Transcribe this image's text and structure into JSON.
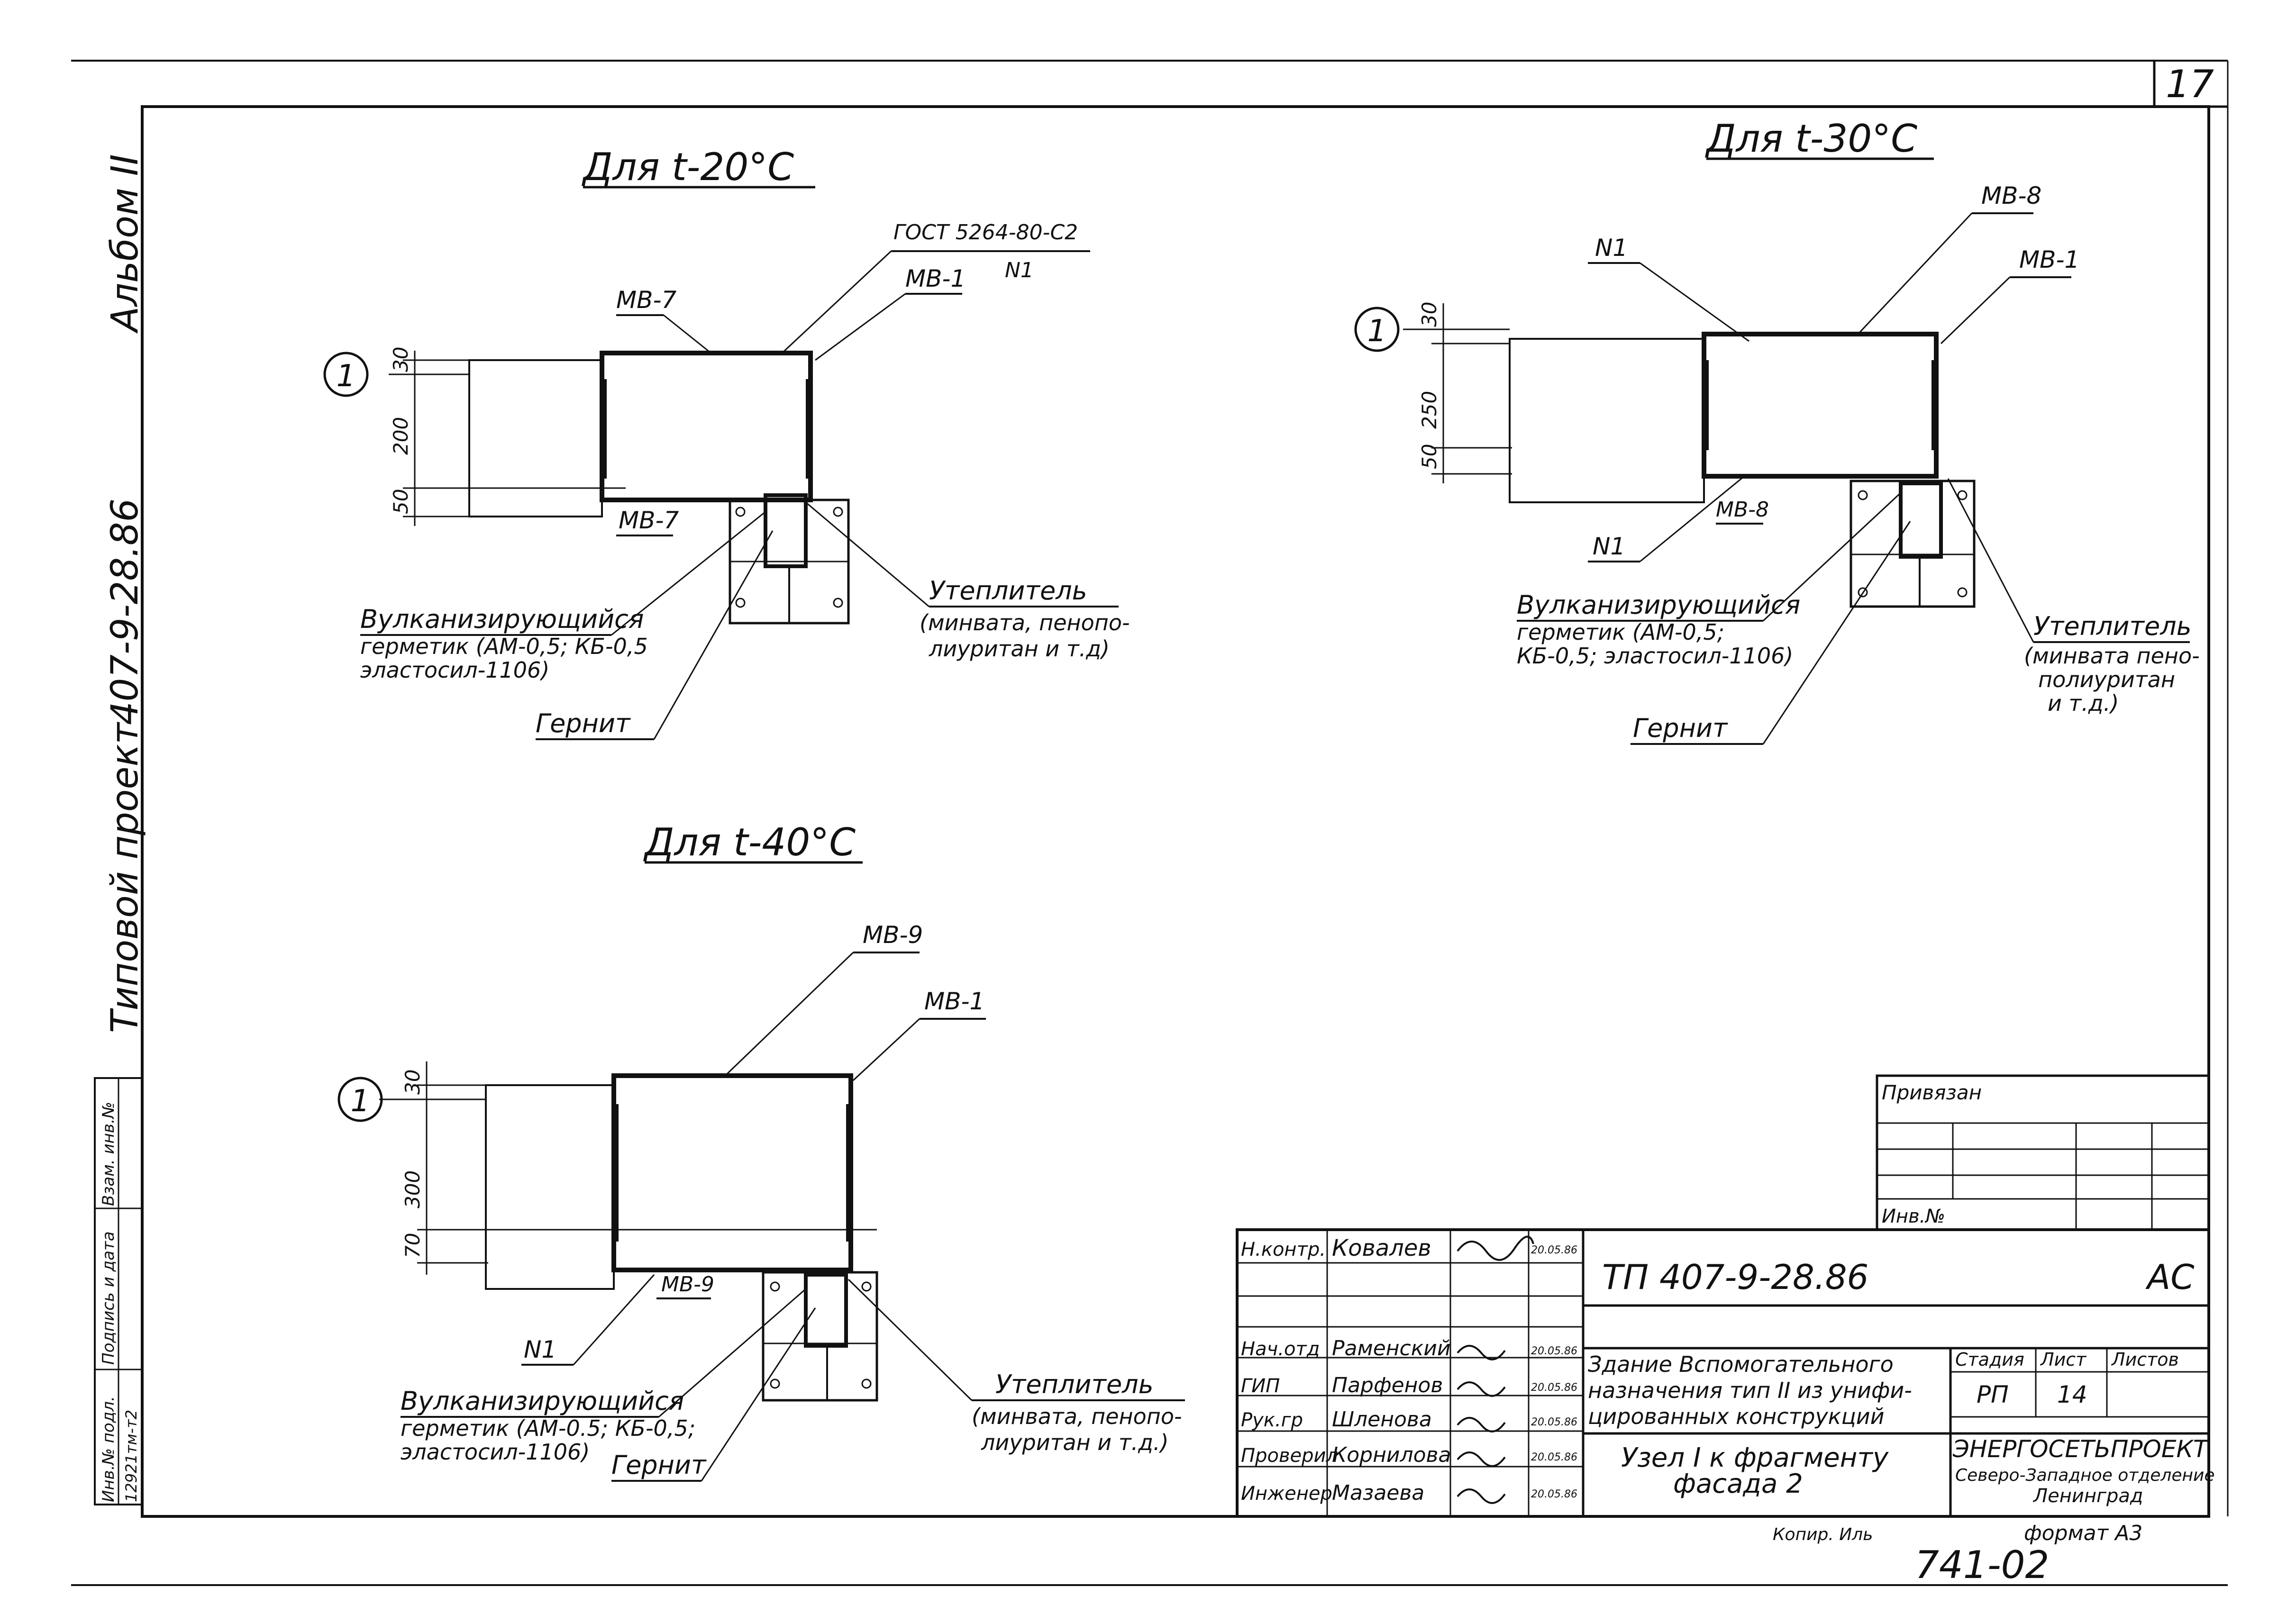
{
  "sheet": {
    "page_number": "17",
    "bottom_code": "741-02",
    "format": "формат А3",
    "copy": "Копир. Иль"
  },
  "side_stamp": {
    "album": "Альбом II",
    "code": "407-9-28.86",
    "project": "Типовой проект",
    "cols": [
      "Инв.№ подл.",
      "Подпись и дата",
      "Взам. инв.№"
    ],
    "inv_value": "12921тм-т2"
  },
  "details": [
    {
      "title": "Для t-20°C",
      "marker": "1",
      "dims": [
        "30",
        "200",
        "50"
      ],
      "labels": {
        "gost": "ГОСТ 5264-80-С2",
        "n1": "N1",
        "mv_top": "МВ-7",
        "mv1": "МВ-1",
        "mv_bottom": "МВ-7",
        "sealant_1": "Вулканизирующийся",
        "sealant_2": "герметик (АМ-0,5; КБ-0,5",
        "sealant_3": "эластосил-1106)",
        "gernit": "Гернит",
        "insul_1": "Утеплитель",
        "insul_2": "(минвата, пенопо-",
        "insul_3": "лиуритан и т.д)"
      }
    },
    {
      "title": "Для t-30°C",
      "marker": "1",
      "dims": [
        "30",
        "250",
        "50"
      ],
      "labels": {
        "mv8": "МВ-8",
        "n1_top": "N1",
        "mv1": "МВ-1",
        "mv8_bottom": "МВ-8",
        "n1_bottom": "N1",
        "sealant_1": "Вулканизирующийся",
        "sealant_2": "герметик (АМ-0,5;",
        "sealant_3": "КБ-0,5; эластосил-1106)",
        "gernit": "Гернит",
        "insul_1": "Утеплитель",
        "insul_2": "(минвата пено-",
        "insul_3": "полиуритан",
        "insul_4": "и т.д.)"
      }
    },
    {
      "title": "Для t-40°C",
      "marker": "1",
      "dims": [
        "30",
        "300",
        "70"
      ],
      "labels": {
        "mv9": "МВ-9",
        "mv1": "МВ-1",
        "mv9_bottom": "МВ-9",
        "n1": "N1",
        "sealant_1": "Вулканизирующийся",
        "sealant_2": "герметик (АМ-0.5; КБ-0,5;",
        "sealant_3": "эластосил-1106)",
        "gernit": "Гернит",
        "insul_1": "Утеплитель",
        "insul_2": "(минвата, пенопо-",
        "insul_3": "лиуритан и т.д.)"
      }
    }
  ],
  "title_block": {
    "privyazan": "Привязан",
    "inv": "Инв.№",
    "doc_code": "ТП    407-9-28.86",
    "mark": "АС",
    "roles": [
      {
        "role": "Н.контр.",
        "name": "Ковалев",
        "date": "20.05.86"
      },
      {
        "role": "",
        "name": "",
        "date": ""
      },
      {
        "role": "",
        "name": "",
        "date": ""
      },
      {
        "role": "Нач.отд",
        "name": "Раменский",
        "date": "20.05.86"
      },
      {
        "role": "ГИП",
        "name": "Парфенов",
        "date": "20.05.86"
      },
      {
        "role": "Рук.гр",
        "name": "Шленова",
        "date": "20.05.86"
      },
      {
        "role": "Проверил",
        "name": "Корнилова",
        "date": "20.05.86"
      },
      {
        "role": "Инженер",
        "name": "Мазаева",
        "date": "20.05.86"
      }
    ],
    "building_1": "Здание Вспомогательного",
    "building_2": "назначения тип II из унифи-",
    "building_3": "цированных конструкций",
    "sheet_title_1": "Узел I к фрагменту",
    "sheet_title_2": "фасада 2",
    "stage_header": "Стадия",
    "sheet_header": "Лист",
    "sheets_header": "Листов",
    "stage": "РП",
    "sheet": "14",
    "sheets": "",
    "org_1": "ЭНЕРГОСЕТЬПРОЕКТ",
    "org_2": "Северо-Западное отделение",
    "org_3": "Ленинград"
  }
}
